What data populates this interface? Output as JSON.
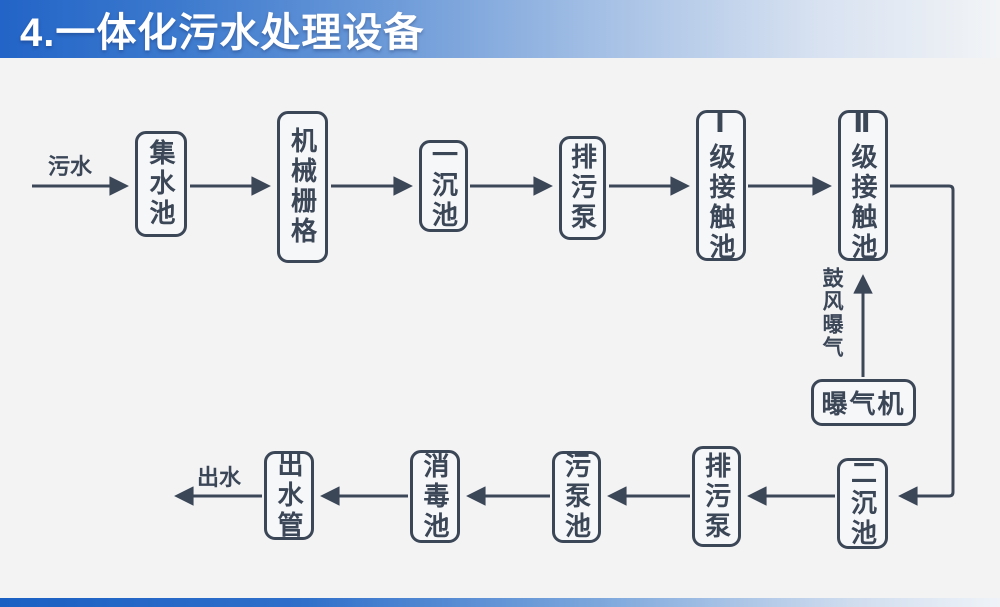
{
  "slide": {
    "title": "4.一体化污水处理设备"
  },
  "colors": {
    "ink": "#3b4657",
    "header_blue": "#2264c7",
    "background": "#f3f3f4",
    "node_fill": "#f6f7f8"
  },
  "flow": {
    "inlet_label": "污水",
    "outlet_label": "出水",
    "top_row": [
      {
        "label": "集水池"
      },
      {
        "label": "机械栅格"
      },
      {
        "label": "一沉池"
      },
      {
        "label": "排污泵"
      },
      {
        "label": "Ⅰ级接触池"
      },
      {
        "label": "Ⅱ级接触池"
      }
    ],
    "bottom_row": [
      {
        "label": "二沉池"
      },
      {
        "label": "排污泵"
      },
      {
        "label": "污泵池"
      },
      {
        "label": "消毒池"
      },
      {
        "label": "出水管"
      }
    ],
    "aerator": {
      "label": "曝气机",
      "arrow_label": "鼓风曝气"
    }
  }
}
